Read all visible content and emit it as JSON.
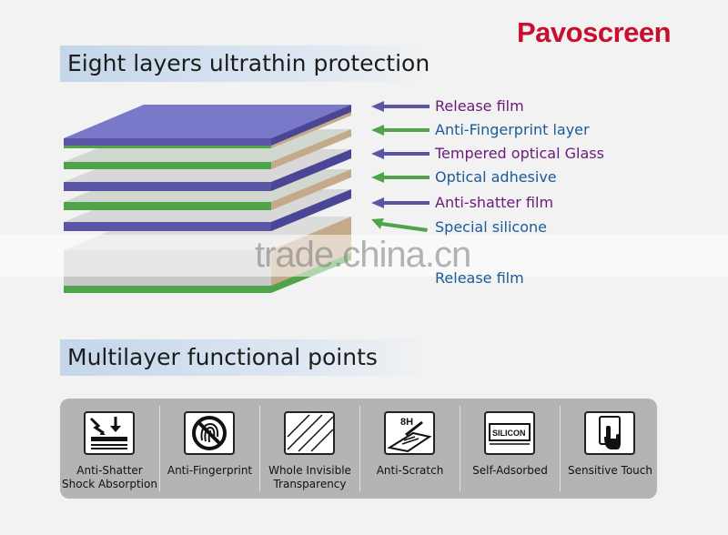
{
  "brand": {
    "name": "Pavoscreen",
    "color": "#c8102e"
  },
  "section1_title": "Eight layers ultrathin protection",
  "section2_title": "Multilayer functional points",
  "layers": [
    {
      "label": "Release film",
      "color": "#6a1b7a"
    },
    {
      "label": "Anti-Fingerprint layer",
      "color": "#1a5b9a"
    },
    {
      "label": "Tempered optical Glass",
      "color": "#6a1b7a"
    },
    {
      "label": "Optical adhesive",
      "color": "#1a5b9a"
    },
    {
      "label": "Anti-shatter film",
      "color": "#6a1b7a"
    },
    {
      "label": "Special silicone",
      "color": "#1a5b9a"
    },
    {
      "label": "Release film",
      "color": "#1a5b9a"
    }
  ],
  "watermark": "trade.china.cn",
  "features": [
    {
      "caption_line1": "Anti-Shatter",
      "caption_line2": "Shock Absorption",
      "icon": "shatter-icon"
    },
    {
      "caption_line1": "Anti-Fingerprint",
      "caption_line2": "",
      "icon": "no-fingerprint-icon"
    },
    {
      "caption_line1": "Whole Invisible",
      "caption_line2": "Transparency",
      "icon": "transparency-icon"
    },
    {
      "caption_line1": "Anti-Scratch",
      "caption_line2": "",
      "icon": "scratch-8h-icon",
      "badge": "8H"
    },
    {
      "caption_line1": "Self-Adsorbed",
      "caption_line2": "",
      "icon": "silicon-icon",
      "badge": "SILICON"
    },
    {
      "caption_line1": "Sensitive Touch",
      "caption_line2": "",
      "icon": "touch-icon"
    }
  ]
}
